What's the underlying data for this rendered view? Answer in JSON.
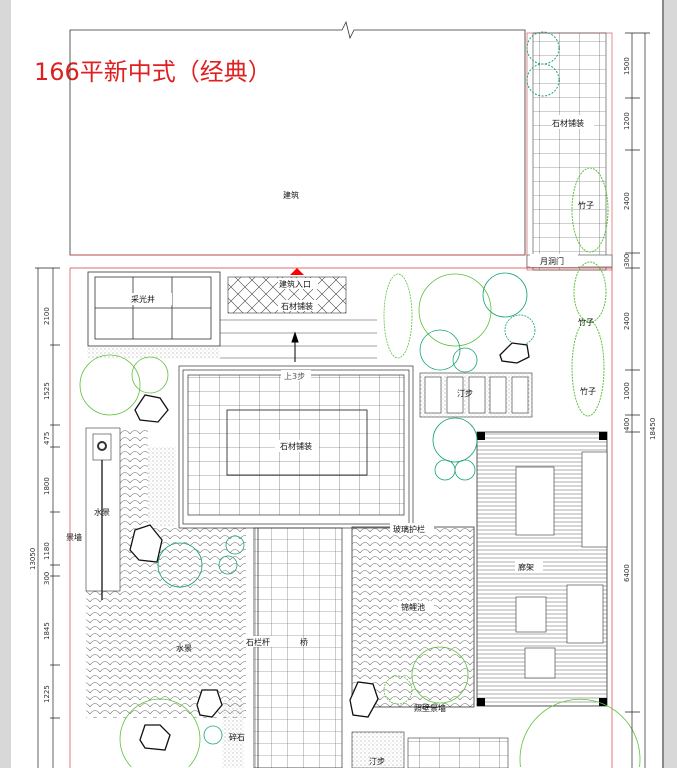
{
  "title": "166平新中式（经典）",
  "labels": {
    "building": "建筑",
    "stone_paving_top": "石材铺装",
    "stone_paving_entry": "石材铺装",
    "stone_paving_center": "石材铺装",
    "bamboo_1": "竹子",
    "bamboo_2": "竹子",
    "bamboo_3": "竹子",
    "moon_gate": "月洞门",
    "lightwell": "采光井",
    "entrance": "建筑入口",
    "up_steps": "上3步",
    "stepping_stones": "汀步",
    "feature_wall": "景墙",
    "water_feature_1": "水景",
    "water_feature_2": "水景",
    "stone_railing": "石栏杆",
    "bridge": "桥",
    "glass_railing": "玻璃护栏",
    "koi_pond": "锦鲤池",
    "pergola": "廊架",
    "screen_wall": "照壁景墙",
    "gravel": "碎石",
    "stepping_stones_2": "汀步"
  },
  "dimensions": {
    "left": [
      "2100",
      "1525",
      "475",
      "1800",
      "1180",
      "300",
      "1845",
      "1225"
    ],
    "left_total": "13050",
    "right": [
      "1500",
      "1200",
      "2400",
      "300",
      "2400",
      "1000",
      "400",
      "6400"
    ],
    "right_total": "18450"
  },
  "colors": {
    "title": "#e02020",
    "plant_green": "#5cc23a",
    "plant_teal": "#1aa37a",
    "boundary_red": "#d04040"
  }
}
